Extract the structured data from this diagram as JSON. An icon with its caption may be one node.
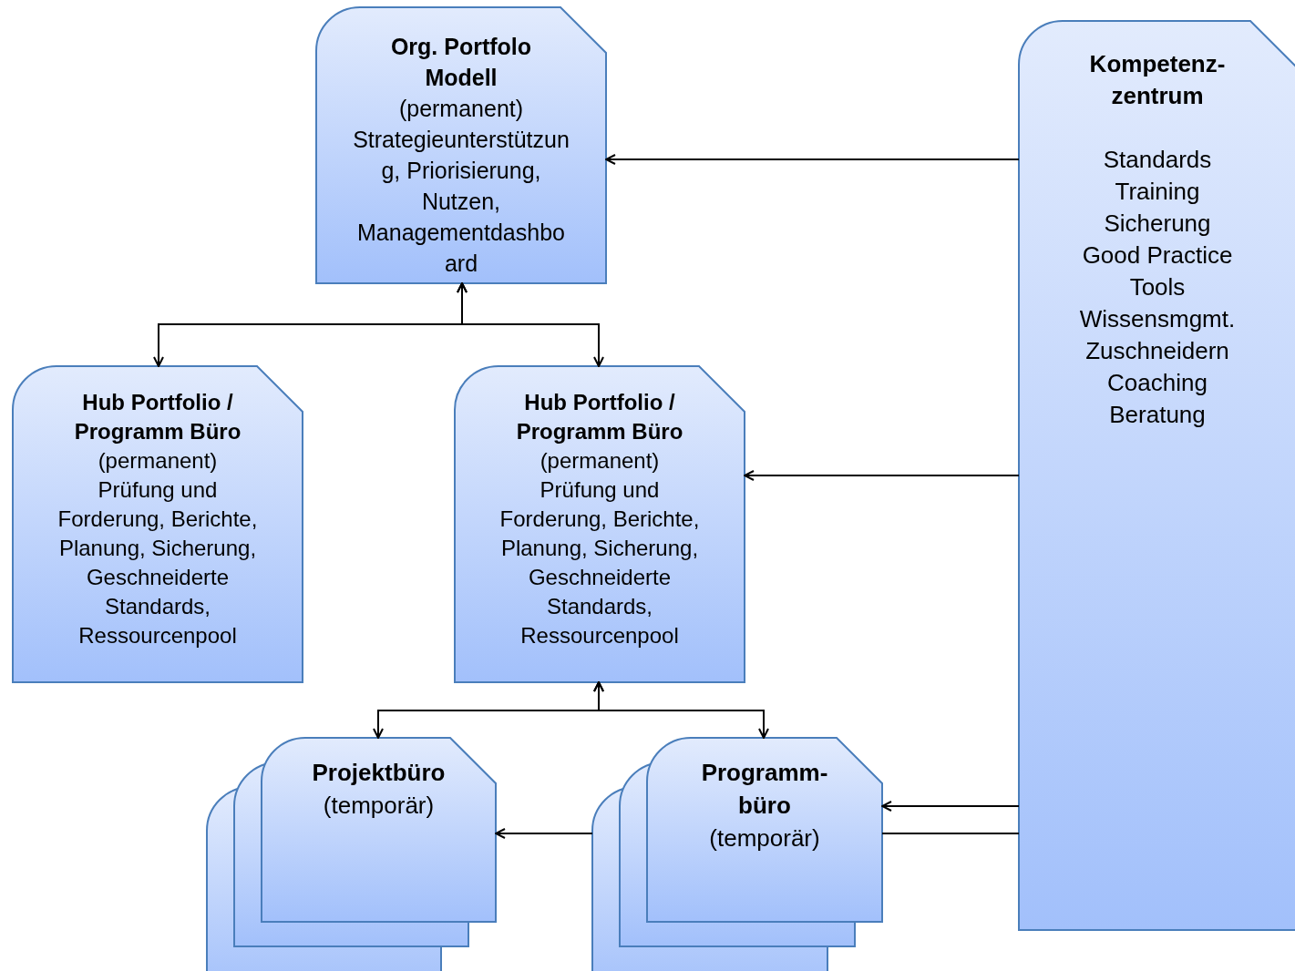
{
  "diagram": {
    "nodes": [
      {
        "text": [
          "Org. Portfolo Modell",
          "(permanent)",
          "Strategieunterstützung, Priorisierung, Nutzen, Managementdashboard"
        ]
      },
      {
        "text": [
          "Kompetenz- zentrum",
          "Standards",
          "Training",
          "Sicherung",
          "Good Practice",
          "Tools",
          "Wissensmgmt.",
          "Zuschneidern",
          "Coaching",
          "Beratung"
        ]
      },
      {
        "text": [
          "Hub Portfolio / Programm Büro",
          "(permanent)",
          "Prüfung und Forderung, Berichte, Planung, Sicherung, Geschneiderte Standards, Ressourcenpool"
        ]
      },
      {
        "text": [
          "Hub Portfolio / Programm Büro",
          "(permanent)",
          "Prüfung und Forderung, Berichte, Planung, Sicherung, Geschneiderte Standards, Ressourcenpool"
        ]
      },
      {
        "text": [],
        "shape": "box"
      },
      {
        "text": [],
        "shape": "box"
      },
      {
        "text": [
          "Projektbüro",
          "(temporär)"
        ]
      },
      {
        "text": [],
        "shape": "box"
      },
      {
        "text": [],
        "shape": "box"
      },
      {
        "text": [
          "Programm- büro",
          "(temporär)"
        ]
      }
    ],
    "edges": [
      {
        "from": 0,
        "to": 2,
        "arrow": "both"
      },
      {
        "from": 0,
        "to": 3,
        "arrow": "both"
      },
      {
        "from": 1,
        "to": 0,
        "arrow": "to"
      },
      {
        "from": 1,
        "to": 3,
        "arrow": "to"
      },
      {
        "from": 3,
        "to": 6,
        "arrow": "both"
      },
      {
        "from": 3,
        "to": 9,
        "arrow": "both"
      },
      {
        "from": 1,
        "to": 9,
        "arrow": "to"
      },
      {
        "from": 9,
        "to": 1,
        "arrow": "none"
      },
      {
        "from": 7,
        "to": 6,
        "arrow": "to"
      }
    ]
  }
}
